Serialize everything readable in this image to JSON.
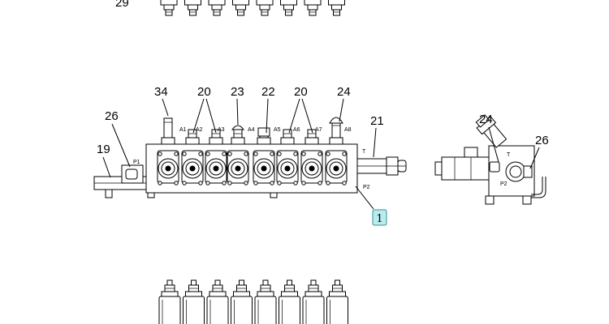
{
  "callouts": {
    "c29": "29",
    "c34": "34",
    "c20a": "20",
    "c23": "23",
    "c22": "22",
    "c20b": "20",
    "c24a": "24",
    "c26a": "26",
    "c19": "19",
    "c21": "21",
    "c24b": "24",
    "c26b": "26"
  },
  "ports": {
    "A1": "A1",
    "A2": "A2",
    "A3": "A3",
    "A4": "A4",
    "A5": "A5",
    "A6": "A6",
    "A7": "A7",
    "A8": "A8",
    "P1": "P1",
    "P2": "P2",
    "T": "T",
    "side_T": "T",
    "side_P2": "P2"
  },
  "badge": {
    "label": "1"
  }
}
